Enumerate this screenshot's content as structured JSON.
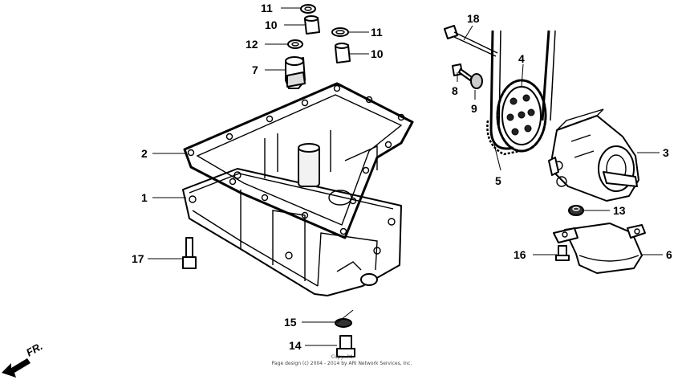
{
  "callouts": {
    "c1": "1",
    "c2": "2",
    "c3": "3",
    "c4": "4",
    "c5": "5",
    "c6": "6",
    "c7": "7",
    "c8": "8",
    "c9": "9",
    "c10a": "10",
    "c10b": "10",
    "c11a": "11",
    "c11b": "11",
    "c12": "12",
    "c13": "13",
    "c14": "14",
    "c15": "15",
    "c16": "16",
    "c17": "17",
    "c18": "18"
  },
  "direction_label": "FR.",
  "copyright": {
    "line1": "Copy...ht",
    "line2": "Page design (c) 2004 - 2014 by ARI Network Services, Inc."
  }
}
